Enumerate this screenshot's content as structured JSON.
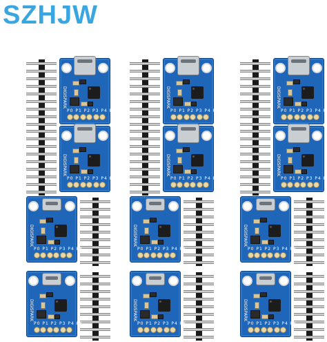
{
  "brand": {
    "text": "SZHJW",
    "color": "#3aa6e0"
  },
  "board": {
    "pin_labels": "P0 P1 P2 P3 P4 P5",
    "side_label": "DIGISPARK",
    "pcb_color": "#1f66b8"
  },
  "units": [
    {
      "connector": "usb-c"
    },
    {
      "connector": "usb-c"
    },
    {
      "connector": "usb-c"
    },
    {
      "connector": "usb-c"
    },
    {
      "connector": "usb-c"
    },
    {
      "connector": "usb-c"
    },
    {
      "connector": "micro-usb"
    },
    {
      "connector": "micro-usb"
    },
    {
      "connector": "micro-usb"
    },
    {
      "connector": "micro-usb"
    },
    {
      "connector": "micro-usb"
    },
    {
      "connector": "micro-usb"
    }
  ]
}
